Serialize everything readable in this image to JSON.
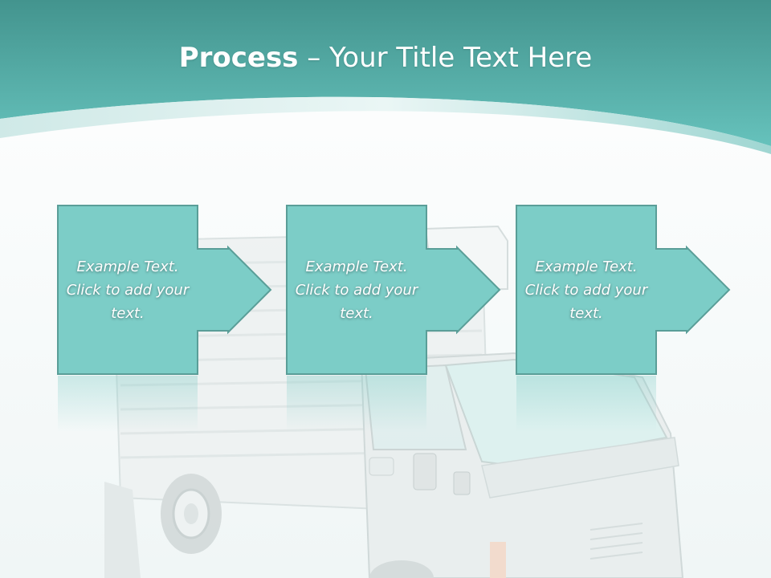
{
  "title": {
    "bold": "Process",
    "rest": " – Your Title Text Here"
  },
  "steps": [
    {
      "text": "Example Text. Click  to add your text."
    },
    {
      "text": "Example Text. Click  to add your text."
    },
    {
      "text": "Example Text. Click  to add your text."
    }
  ],
  "colors": {
    "header": "#54b5ae",
    "box": "#7ccdc7",
    "box_border": "#5a9e98"
  }
}
